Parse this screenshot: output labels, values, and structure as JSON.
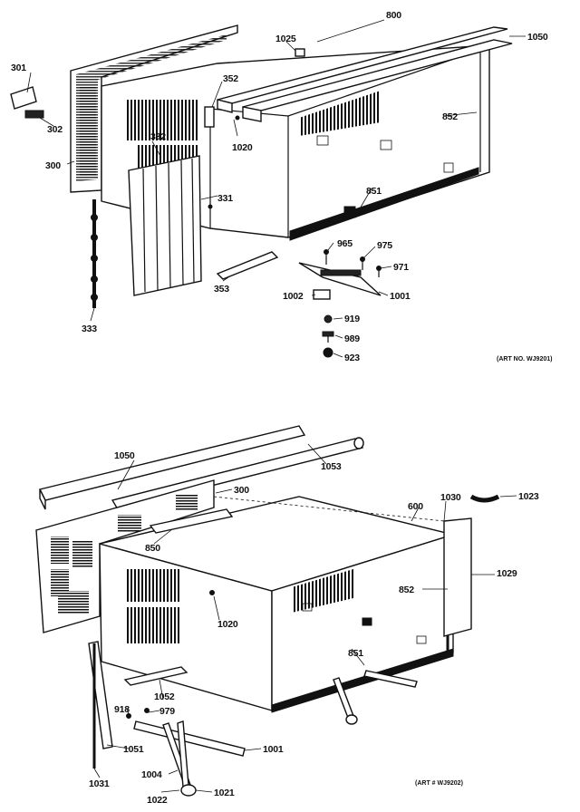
{
  "top_diagram": {
    "art_note": "(ART NO. WJ9201)",
    "labels": {
      "p301": "301",
      "p302": "302",
      "p300": "300",
      "p332": "332",
      "p352": "352",
      "p800": "800",
      "p1025": "1025",
      "p1050": "1050",
      "p852": "852",
      "p1020": "1020",
      "p331": "331",
      "p851": "851",
      "p333": "333",
      "p353": "353",
      "p965": "965",
      "p975": "975",
      "p971": "971",
      "p1002": "1002",
      "p1001": "1001",
      "p919": "919",
      "p989": "989",
      "p923": "923"
    }
  },
  "bottom_diagram": {
    "art_note": "(ART # WJ9202)",
    "labels": {
      "p1050": "1050",
      "p1053": "1053",
      "p300": "300",
      "p600": "600",
      "p1030": "1030",
      "p1023": "1023",
      "p850": "850",
      "p1029": "1029",
      "p852": "852",
      "p1020": "1020",
      "p851": "851",
      "p1052": "1052",
      "p918": "918",
      "p979": "979",
      "p1051": "1051",
      "p1001": "1001",
      "p1004": "1004",
      "p1031": "1031",
      "p1022": "1022",
      "p1021": "1021"
    }
  }
}
